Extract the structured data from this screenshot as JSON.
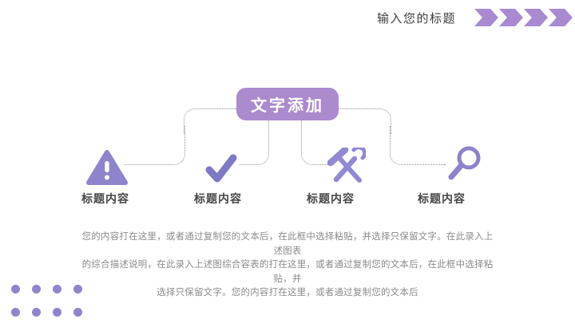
{
  "slide": {
    "background_color": "#ffffff"
  },
  "header": {
    "title": "输入您的标题",
    "chevrons": {
      "count": 4,
      "color": "#a98ad1"
    }
  },
  "mindmap": {
    "root": {
      "label": "文字添加",
      "bg_color": "#ab8ace",
      "text_color": "#ffffff"
    },
    "connector_color": "#909090",
    "branches": [
      {
        "icon": "warning-triangle-icon",
        "icon_color": "#8c85cb",
        "label": "标题内容"
      },
      {
        "icon": "checkmark-icon",
        "icon_color": "#7e79c4",
        "label": "标题内容"
      },
      {
        "icon": "hammer-wrench-icon",
        "icon_color": "#9089d3",
        "label": "标题内容"
      },
      {
        "icon": "magnifier-icon",
        "icon_color": "#8b83cc",
        "label": "标题内容"
      }
    ]
  },
  "body": {
    "text_color": "#8b8b8b",
    "lines": [
      "您的内容打在这里，或者通过复制您的文本后，在此框中选择粘贴，并选择只保留文字。在此录入上述图表",
      "的综合描述说明，在此录入上述图综合容表的打在这里，或者通过复制您的文本后，在此框中选择粘贴，并",
      "选择只保留文字。您的内容打在这里，或者通过复制您的文本后"
    ]
  },
  "decor": {
    "dot_grid": {
      "rows": 2,
      "cols": 4,
      "color": "#8d86cd"
    }
  }
}
